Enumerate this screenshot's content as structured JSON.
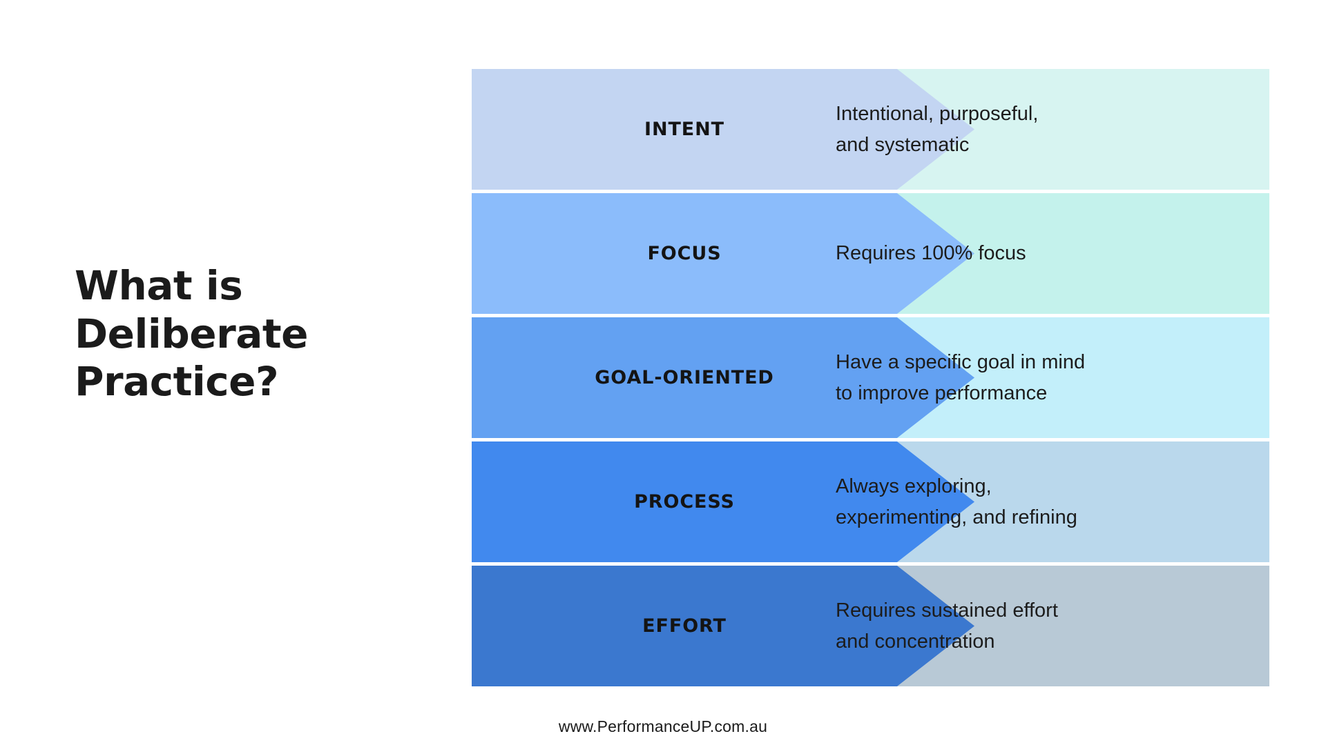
{
  "page": {
    "background_color": "#ffffff",
    "title": "What is\nDeliberate\nPractice?"
  },
  "footer": {
    "url": "www.PerformanceUP.com.au"
  },
  "diagram": {
    "type": "chevron-list",
    "rows": [
      {
        "label": "INTENT",
        "description": "Intentional, purposeful,\nand systematic",
        "chevron_color": "#c3d5f2",
        "panel_color": "#d7f4f1"
      },
      {
        "label": "FOCUS",
        "description": "Requires 100% focus",
        "chevron_color": "#8bbcfb",
        "panel_color": "#c4f2ec"
      },
      {
        "label": "GOAL-ORIENTED",
        "description": "Have a specific goal in mind\nto improve performance",
        "chevron_color": "#63a1f2",
        "panel_color": "#c3effa"
      },
      {
        "label": "PROCESS",
        "description": "Always exploring,\nexperimenting, and refining",
        "chevron_color": "#4189ee",
        "panel_color": "#bad8ec"
      },
      {
        "label": "EFFORT",
        "description": "Requires sustained effort\nand concentration",
        "chevron_color": "#3b78cf",
        "panel_color": "#b8c9d6"
      }
    ]
  }
}
